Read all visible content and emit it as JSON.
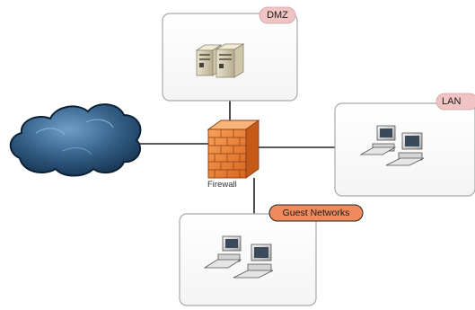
{
  "zones": {
    "dmz": {
      "label": "DMZ",
      "badge_color": "#f1c4c4"
    },
    "lan": {
      "label": "LAN",
      "badge_color": "#f1c4c4"
    },
    "guest": {
      "label": "Guest Networks",
      "badge_color": "#ee8a5c"
    }
  },
  "firewall": {
    "label": "Firewall",
    "color": "#f08a3a"
  },
  "cloud": {
    "color": "#2d4f72",
    "icon": "cloud-icon"
  },
  "icons": [
    "servers-icon",
    "computers-icon",
    "firewall-icon",
    "cloud-icon"
  ]
}
